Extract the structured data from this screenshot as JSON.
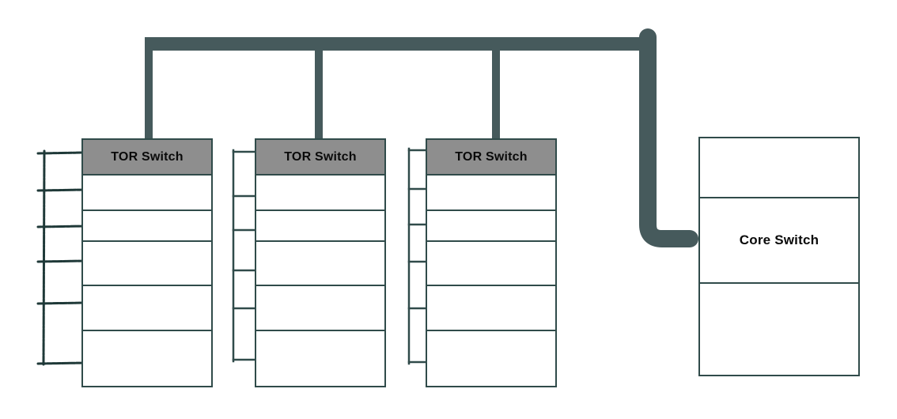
{
  "diagram": {
    "racks": [
      {
        "id": "rack-1",
        "switch_label": "TOR Switch",
        "server_slots": 5
      },
      {
        "id": "rack-2",
        "switch_label": "TOR Switch",
        "server_slots": 5
      },
      {
        "id": "rack-3",
        "switch_label": "TOR Switch",
        "server_slots": 5
      }
    ],
    "core_switch": {
      "label": "Core Switch",
      "slots": 3,
      "label_slot": 2
    },
    "colors": {
      "bus_line": "#465A5C",
      "box_border": "#304B4A",
      "sketch_ink": "#1F3938",
      "tor_header_fill": "#8E8E8E",
      "label_text": "#0A0A0A",
      "background": "#FFFFFF"
    }
  }
}
